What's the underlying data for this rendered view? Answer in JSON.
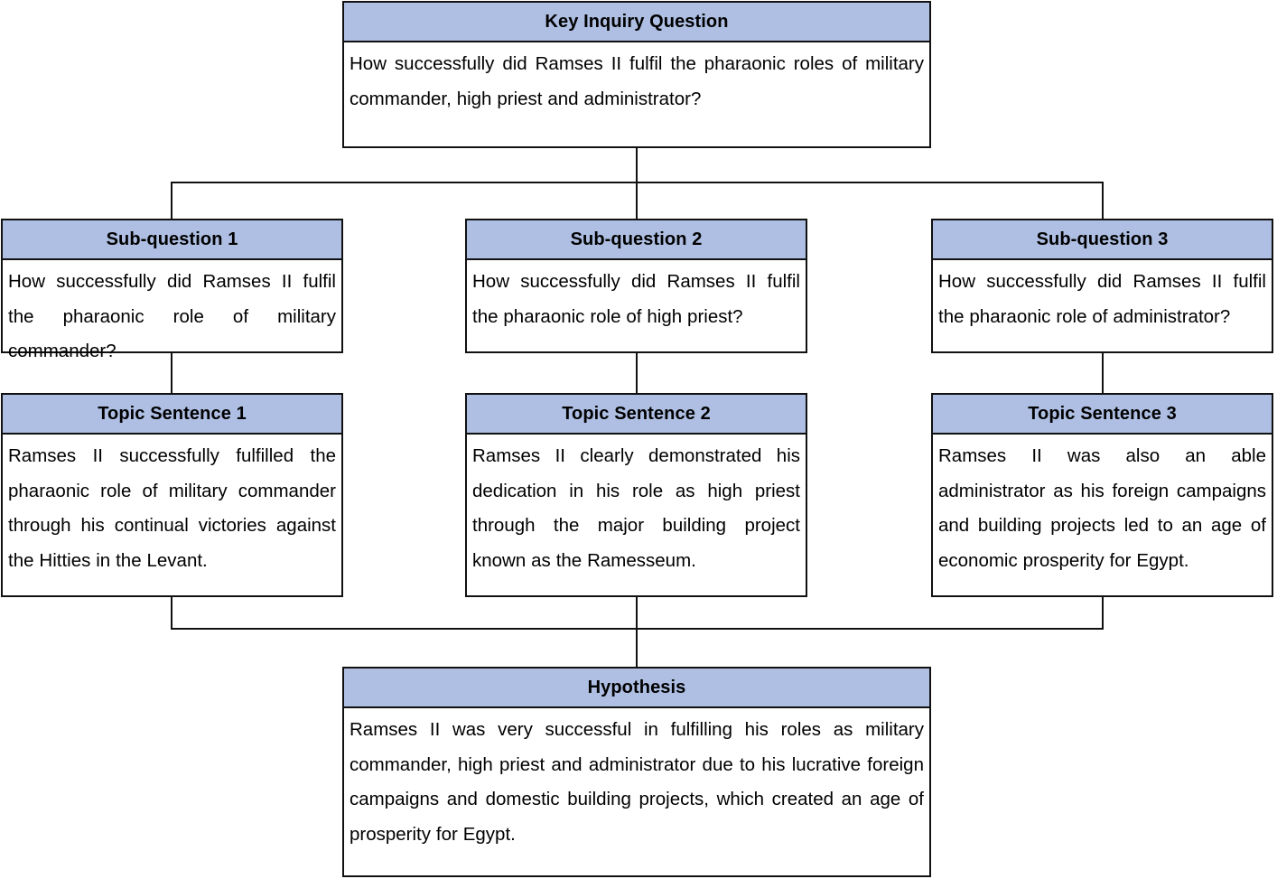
{
  "diagram": {
    "title": "Key Inquiry Question planning flowchart",
    "accent_header_color": "#aebfe3",
    "border_color": "#111111",
    "background_color": "#ffffff"
  },
  "nodes": {
    "key_inquiry": {
      "header": "Key Inquiry Question",
      "body": "How successfully did Ramses II fulfil the pharaonic roles of military commander, high priest and administrator?"
    },
    "sub_question_1": {
      "header": "Sub-question 1",
      "body": "How successfully did Ramses II fulfil the pharaonic role of military commander?"
    },
    "sub_question_2": {
      "header": "Sub-question 2",
      "body": "How successfully did Ramses II fulfil the pharaonic role of high priest?"
    },
    "sub_question_3": {
      "header": "Sub-question 3",
      "body": "How successfully did Ramses II fulfil the pharaonic role of administrator?"
    },
    "topic_sentence_1": {
      "header": "Topic Sentence 1",
      "body": "Ramses II successfully fulfilled the pharaonic role of military commander through his continual victories against the Hitties in the Levant."
    },
    "topic_sentence_2": {
      "header": "Topic Sentence 2",
      "body": "Ramses II clearly demonstrated his dedication in his role as high priest through the major building project known as the Ramesseum."
    },
    "topic_sentence_3": {
      "header": "Topic Sentence 3",
      "body": "Ramses II was also an able administrator as his foreign campaigns and building projects led to an age of economic prosperity for Egypt."
    },
    "hypothesis": {
      "header": "Hypothesis",
      "body": "Ramses II was very successful in fulfilling his roles as military commander, high priest and administrator due to his lucrative foreign campaigns and domestic building projects, which created an age of prosperity for Egypt."
    }
  }
}
